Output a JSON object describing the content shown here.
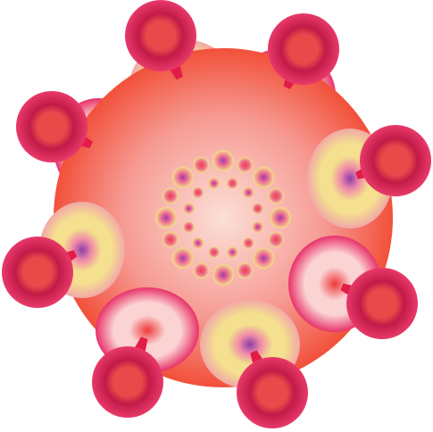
{
  "canvas": {
    "background": "#ffffff"
  },
  "palette": {
    "body_outer": "#f2503a",
    "body_mid": "#f69a92",
    "body_center": "#fbe0d8",
    "lobe_red_edge": "#e8326a",
    "lobe_red_mid": "#fbd3d3",
    "lobe_red_core": "#ee3a3a",
    "lobe_multi_edge": "#f1a8a8",
    "lobe_multi_ring_yellow": "#f4e08e",
    "lobe_multi_ring_pink": "#f08aa8",
    "lobe_multi_core": "#8c3fa8",
    "knob_outer": "#e83a6a",
    "knob_ring": "#c21a48",
    "knob_inner": "#e84a4a",
    "stem": "#e21c48",
    "dot_yellow": "#f3e08c",
    "dot_pink": "#ee6e92",
    "dot_purple": "#9b3ca6",
    "dot_red": "#ee3e3e"
  },
  "lobes": [
    {
      "style": "multi"
    },
    {
      "style": "red"
    },
    {
      "style": "multi"
    },
    {
      "style": "red"
    },
    {
      "style": "multi"
    },
    {
      "style": "red"
    },
    {
      "style": "multi"
    },
    {
      "style": "red"
    }
  ],
  "inner_rings": [
    {
      "count": 16,
      "style": "alternating"
    },
    {
      "count": 12,
      "style": "small"
    }
  ]
}
